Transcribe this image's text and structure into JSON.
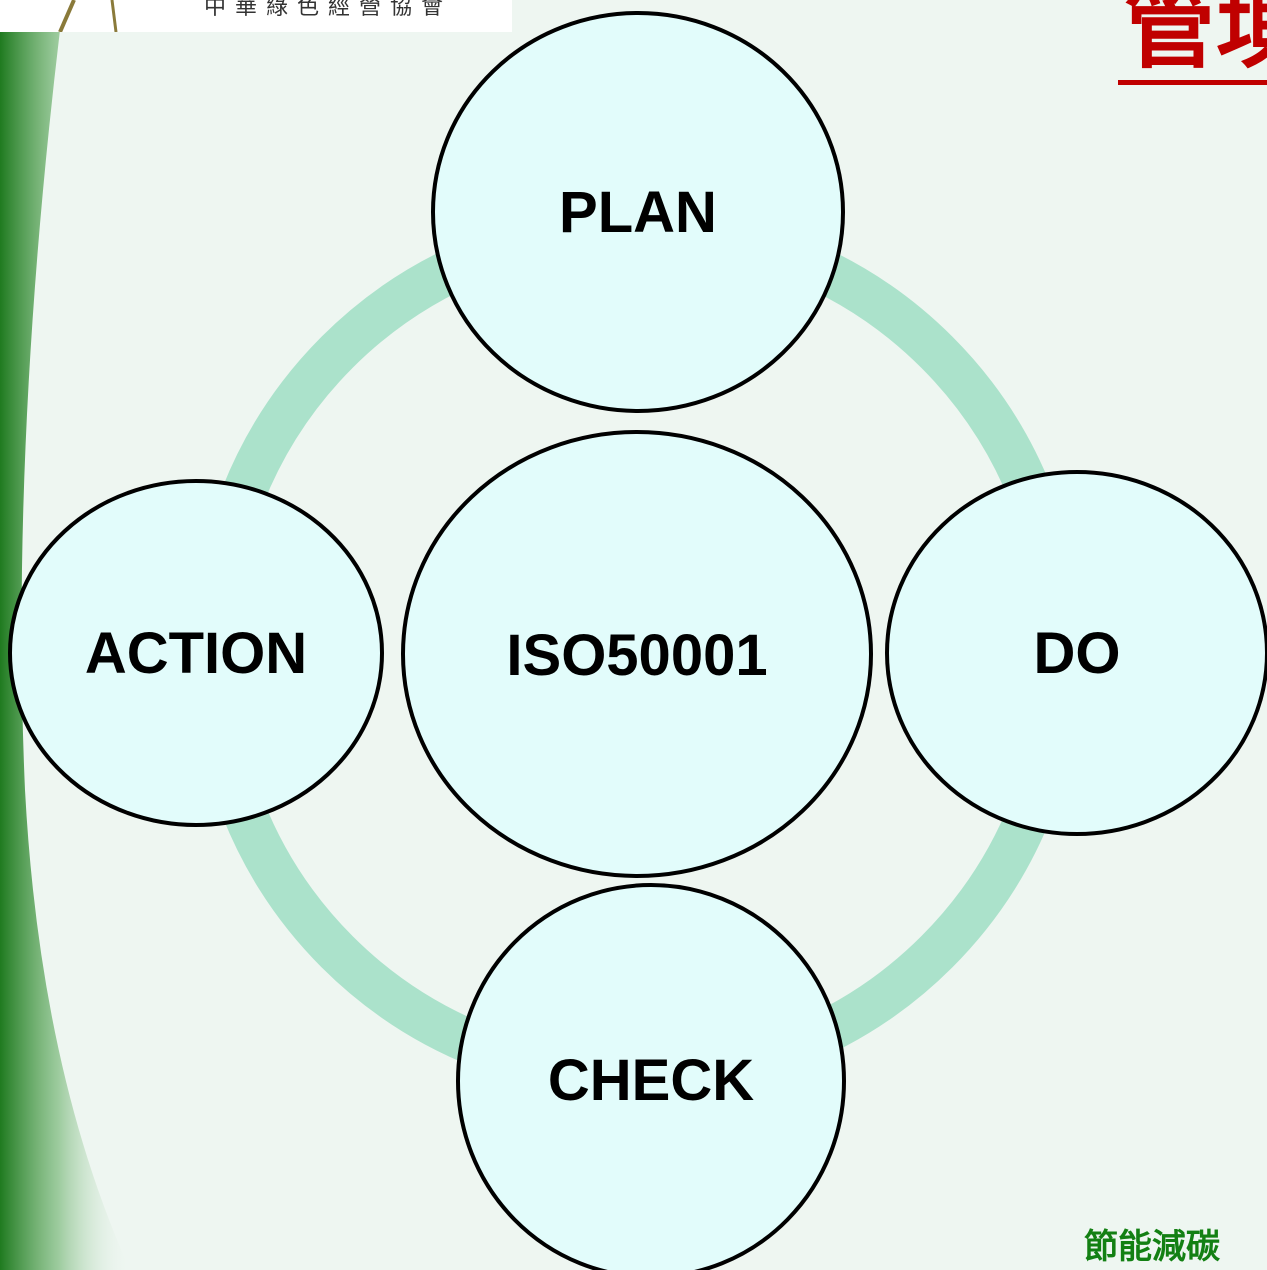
{
  "header": {
    "org_name": "中華綠色經營協會",
    "title_fragment": "管垻"
  },
  "diagram": {
    "center": "ISO50001",
    "top": "PLAN",
    "right": "DO",
    "bottom": "CHECK",
    "left": "ACTION",
    "ring_color": "#abe2cb",
    "node_fill": "#e2fcfb",
    "node_stroke": "#000000"
  },
  "footer": {
    "text_fragment": "節能減碳"
  },
  "colors": {
    "title_red": "#c00000",
    "footer_green": "#138013",
    "edge_green": "#2e8b2e",
    "background": "#eef6f1"
  }
}
